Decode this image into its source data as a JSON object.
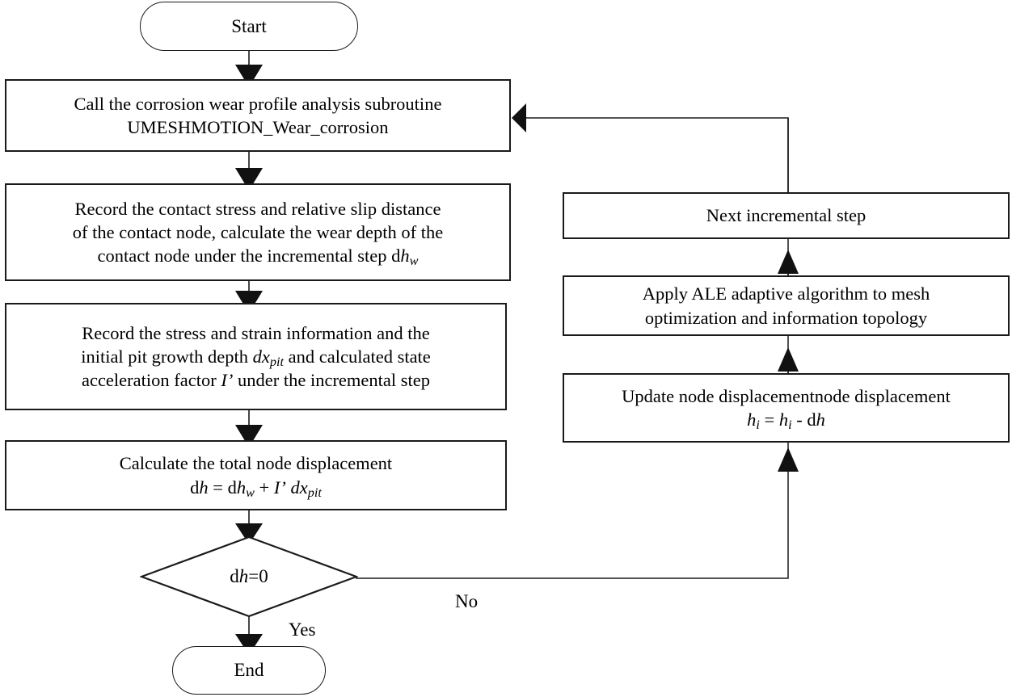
{
  "diagram": {
    "title": "Corrosion wear simulation flowchart",
    "background_color": "#ffffff",
    "line_color": "#1a1a1a",
    "nodes": {
      "start": {
        "label": "Start",
        "shape": "terminator"
      },
      "call_subroutine": {
        "line1": "Call the corrosion wear profile analysis subroutine",
        "line2": "UMESHMOTION_Wear_corrosion",
        "shape": "process"
      },
      "record_contact": {
        "line1": "Record the contact stress and relative slip distance",
        "line2": "of the contact node, calculate the wear depth of the",
        "line3_pre": "contact node under the incremental step d",
        "line3_italic": "h",
        "line3_sub": "w",
        "shape": "process"
      },
      "record_stress": {
        "line1": "Record the stress and strain information and the",
        "line2_pre": "initial pit growth depth ",
        "line2_italic": "dx",
        "line2_sub": "pit",
        "line2_post": " and calculated state",
        "line3_pre": "acceleration factor ",
        "line3_italic": "I’",
        "line3_post": " under the incremental step",
        "shape": "process"
      },
      "calc_total": {
        "line1": "Calculate the total node displacement",
        "formula": "dh = dhw + I’ dxpit",
        "shape": "process"
      },
      "decision": {
        "label_pre": "d",
        "label_italic": "h",
        "label_post": "=0",
        "shape": "diamond"
      },
      "end": {
        "label": "End",
        "shape": "terminator"
      },
      "next_step": {
        "label": "Next incremental step",
        "shape": "process"
      },
      "apply_ale": {
        "line1": "Apply ALE adaptive algorithm to mesh",
        "line2": "optimization and information topology",
        "shape": "process"
      },
      "update_disp": {
        "line1": "Update node displacementnode displacement",
        "formula": "hi = hi - dh",
        "shape": "process"
      }
    },
    "edge_labels": {
      "no": "No",
      "yes": "Yes"
    }
  }
}
